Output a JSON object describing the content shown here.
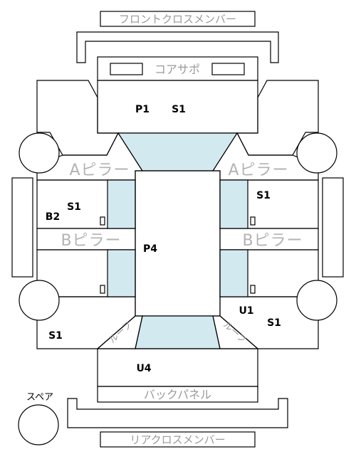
{
  "labels": {
    "front_cross_member": "フロントクロスメンバー",
    "core_support": "コアサポ",
    "a_pillar_left": "Aピラー",
    "a_pillar_right": "Aピラー",
    "b_pillar_left": "Bピラー",
    "b_pillar_right": "Bピラー",
    "back_panel": "バックパネル",
    "rear_cross_member": "リアクロスメンバー",
    "spare": "スペア",
    "diag_left": "ルーフ",
    "diag_right": "ルーフ"
  },
  "codes": {
    "p1": "P1",
    "s1_front": "S1",
    "s1_right_upper": "S1",
    "s1_left_upper": "S1",
    "b2": "B2",
    "p4": "P4",
    "u1": "U1",
    "s1_right_lower": "S1",
    "s1_left_lower": "S1",
    "u4": "U4"
  },
  "colors": {
    "glass": "#d3e9f0",
    "line": "#000000",
    "pillar_text": "#b3b3b3",
    "label_text": "#9a9a9a"
  }
}
